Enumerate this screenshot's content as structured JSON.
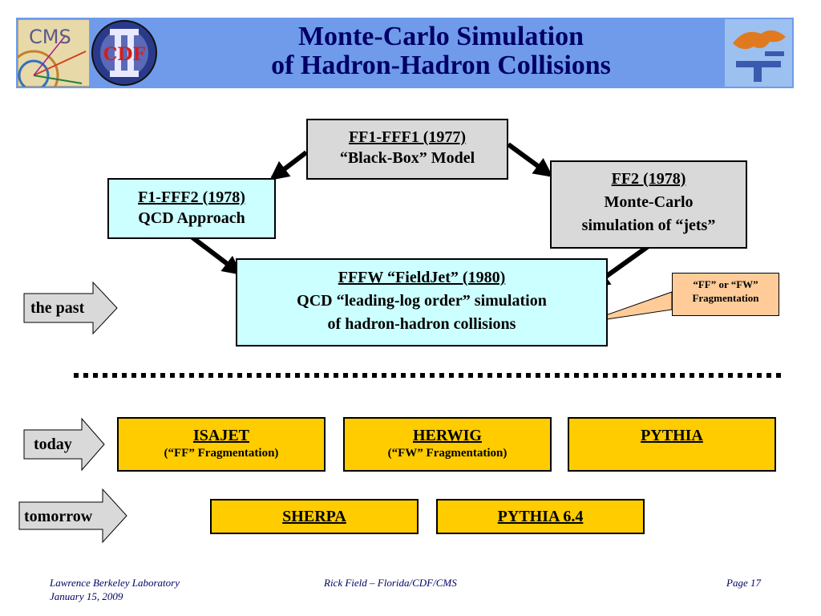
{
  "header": {
    "title_line1": "Monte-Carlo Simulation",
    "title_line2": "of Hadron-Hadron Collisions",
    "logo_left_text": "CMS",
    "logo_center_text": "CDF",
    "band_color": "#6f9bea"
  },
  "diagram": {
    "ff1": {
      "heading": "FF1-FFF1 (1977)",
      "body": "“Black-Box” Model"
    },
    "f1": {
      "heading": "F1-FFF2 (1978)",
      "body": "QCD Approach"
    },
    "ff2": {
      "heading": "FF2 (1978)",
      "body1": "Monte-Carlo",
      "body2": "simulation of “jets”"
    },
    "fffw": {
      "heading": "FFFW “FieldJet” (1980)",
      "body1": "QCD “leading-log order” simulation",
      "body2": "of hadron-hadron collisions"
    },
    "callout": {
      "line1": "“FF” or “FW”",
      "line2": "Fragmentation"
    }
  },
  "timeline": {
    "past_label": "the past",
    "today_label": "today",
    "tomorrow_label": "tomorrow"
  },
  "generators": {
    "isajet": {
      "name": "ISAJET",
      "sub": "(“FF” Fragmentation)"
    },
    "herwig": {
      "name": "HERWIG",
      "sub": "(“FW” Fragmentation)"
    },
    "pythia": {
      "name": "PYTHIA"
    },
    "sherpa": {
      "name": "SHERPA"
    },
    "pythia64": {
      "name": "PYTHIA 6.4"
    }
  },
  "footer": {
    "left_line1": "Lawrence Berkeley Laboratory",
    "left_line2": "January 15, 2009",
    "center": "Rick Field – Florida/CDF/CMS",
    "right": "Page 17"
  }
}
